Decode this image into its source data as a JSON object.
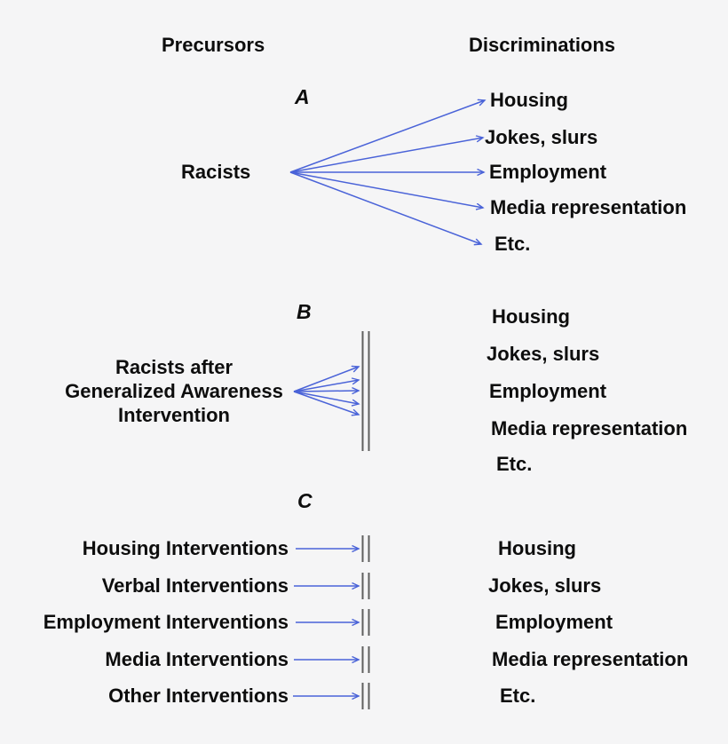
{
  "colors": {
    "background": "#f5f5f6",
    "text": "#0d0d0d",
    "arrow": "#4a63d8",
    "barrier": "#5f5f5f"
  },
  "headers": {
    "left": "Precursors",
    "right": "Discriminations"
  },
  "panel_a": {
    "label": "A",
    "source": "Racists",
    "targets": [
      "Housing",
      "Jokes, slurs",
      "Employment",
      "Media representation",
      "Etc."
    ]
  },
  "panel_b": {
    "label": "B",
    "source_line1": "Racists after",
    "source_line2": "Generalized Awareness",
    "source_line3": "Intervention",
    "targets": [
      "Housing",
      "Jokes, slurs",
      "Employment",
      "Media representation",
      "Etc."
    ]
  },
  "panel_c": {
    "label": "C",
    "sources": [
      "Housing Interventions",
      "Verbal Interventions",
      "Employment Interventions",
      "Media Interventions",
      "Other Interventions"
    ],
    "targets": [
      "Housing",
      "Jokes, slurs",
      "Employment",
      "Media representation",
      "Etc."
    ]
  }
}
